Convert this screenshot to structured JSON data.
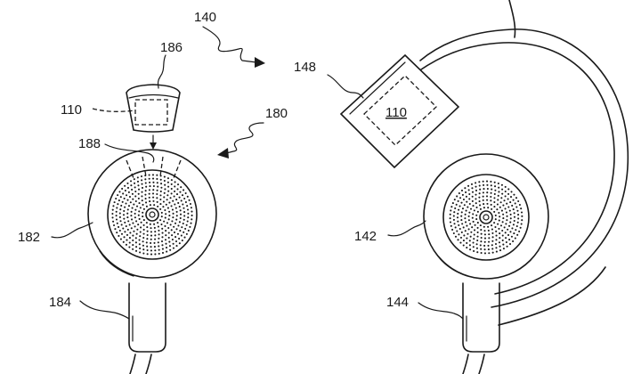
{
  "labels": {
    "l140": "140",
    "l186": "186",
    "l110_left": "110",
    "l180": "180",
    "l188": "188",
    "l182": "182",
    "l184": "184",
    "l148": "148",
    "l110_right": "110",
    "l142": "142",
    "l144": "144"
  },
  "colors": {
    "line": "#1a1a1a",
    "background": "#ffffff"
  }
}
